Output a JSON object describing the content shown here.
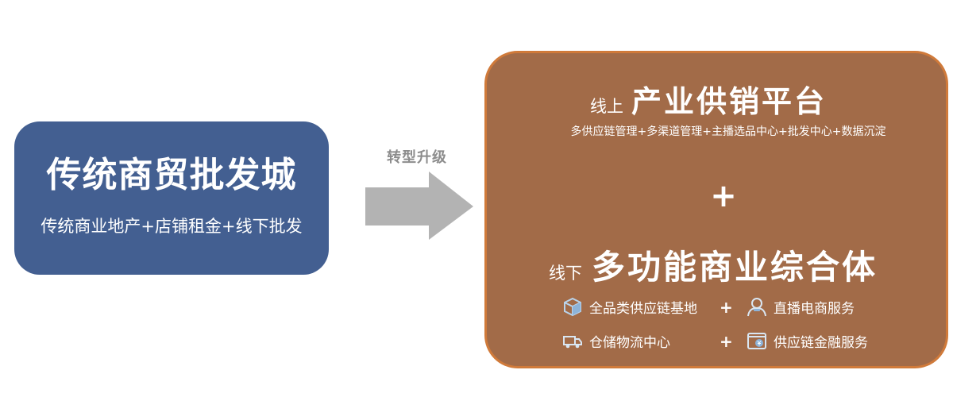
{
  "left": {
    "title": "传统商贸批发城",
    "subtitle": "传统商业地产+店铺租金+线下批发"
  },
  "arrow": {
    "label": "转型升级"
  },
  "right": {
    "online": {
      "prefix": "线上",
      "title": "产业供销平台",
      "subtitle": "多供应链管理+多渠道管理+主播选品中心+批发中心+数据沉淀"
    },
    "plus": "+",
    "offline": {
      "prefix": "线下",
      "title": "多功能商业综合体"
    },
    "features": [
      {
        "label": "全品类供应链基地",
        "icon": "cube-icon"
      },
      {
        "label": "直播电商服务",
        "icon": "person-icon"
      },
      {
        "label": "仓储物流中心",
        "icon": "truck-icon"
      },
      {
        "label": "供应链金融服务",
        "icon": "finance-icon"
      }
    ],
    "feature_plus": "+"
  },
  "colors": {
    "left_box": "#435f91",
    "right_box": "#a26b48",
    "right_border": "#d07a3a",
    "arrow": "#b3b3b3",
    "arrow_label": "#8c8c8c"
  }
}
